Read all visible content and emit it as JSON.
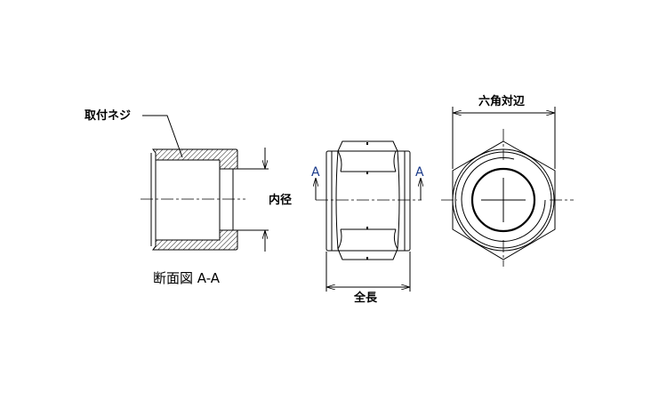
{
  "labels": {
    "mounting_thread": "取付ネジ",
    "inner_diameter": "内径",
    "section_caption": "断面図 A-A",
    "overall_length": "全長",
    "hex_across_flats": "六角対辺",
    "section_mark_left": "A",
    "section_mark_right": "A"
  },
  "colors": {
    "line": "#000000",
    "section_mark": "#1a3a8a"
  }
}
